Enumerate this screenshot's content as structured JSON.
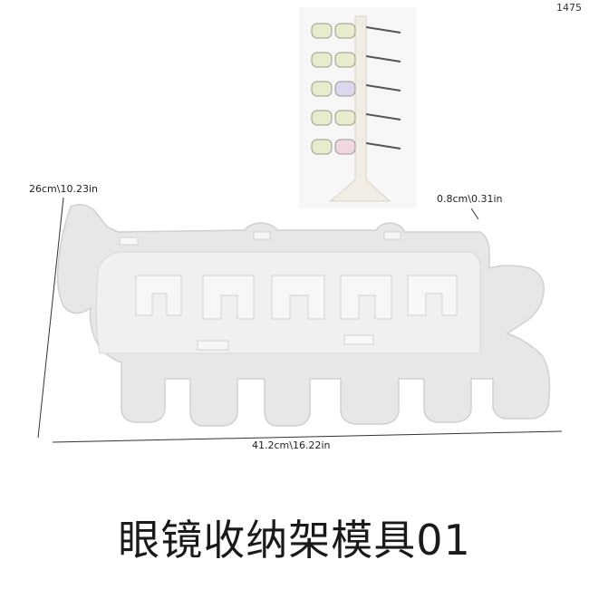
{
  "corner_id": "1475",
  "dimensions": {
    "height": "26cm\\10.23in",
    "thickness": "0.8cm\\0.31in",
    "width": "41.2cm\\16.22in"
  },
  "title": "眼镜收纳架模具01",
  "colors": {
    "mold": "#e6e7e8",
    "mold_edge": "#cfd0d2",
    "cavity": "#f7f7f8",
    "stand": "#f1ece4",
    "lens": "#e8eccd"
  }
}
